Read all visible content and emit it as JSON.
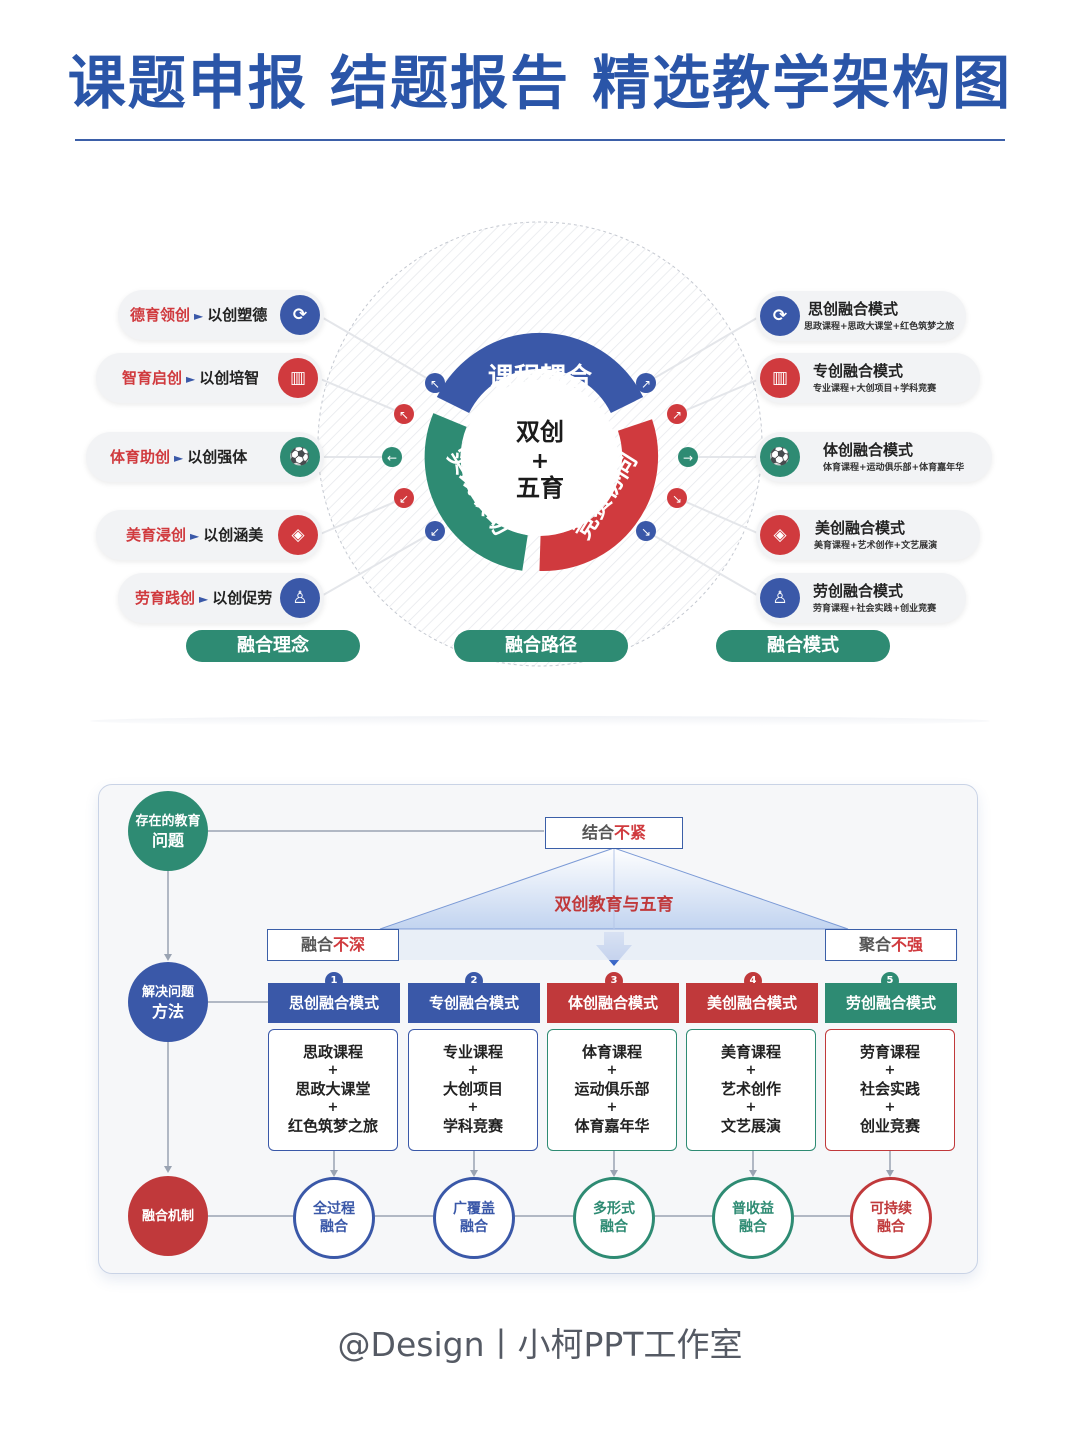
{
  "title": "课题申报 结题报告 精选教学架构图",
  "credit": "@Design丨小柯PPT工作室",
  "top": {
    "center": {
      "line1": "双创",
      "line2": "+",
      "line3": "五育"
    },
    "ring": {
      "top": "课程耦合",
      "right": "竞赛协同",
      "left": "实践联动"
    },
    "left_items": [
      {
        "a": "德育领创",
        "b": "以创塑德",
        "icon": "sync-icon",
        "color": "#3a58a8"
      },
      {
        "a": "智育启创",
        "b": "以创培智",
        "icon": "chart-icon",
        "color": "#d03a3e"
      },
      {
        "a": "体育助创",
        "b": "以创强体",
        "icon": "sport-icon",
        "color": "#2e8b73"
      },
      {
        "a": "美育浸创",
        "b": "以创涵美",
        "icon": "gem-icon",
        "color": "#d03a3e"
      },
      {
        "a": "劳育践创",
        "b": "以创促劳",
        "icon": "person-icon",
        "color": "#3a58a8"
      }
    ],
    "right_items": [
      {
        "title": "思创融合模式",
        "sub": "思政课程+思政大课堂+红色筑梦之旅",
        "icon": "sync-icon",
        "color": "#3a58a8"
      },
      {
        "title": "专创融合模式",
        "sub": "专业课程+大创项目+学科竞赛",
        "icon": "chart-icon",
        "color": "#d03a3e"
      },
      {
        "title": "体创融合模式",
        "sub": "体育课程+运动俱乐部+体育嘉年华",
        "icon": "sport-icon",
        "color": "#2e8b73"
      },
      {
        "title": "美创融合模式",
        "sub": "美育课程+艺术创作+文艺展演",
        "icon": "gem-icon",
        "color": "#d03a3e"
      },
      {
        "title": "劳创融合模式",
        "sub": "劳育课程+社会实践+创业竞赛",
        "icon": "person-icon",
        "color": "#3a58a8"
      }
    ],
    "buttons": [
      "融合理念",
      "融合路径",
      "融合模式"
    ],
    "colors": {
      "blue": "#3a58a8",
      "red": "#d03a3e",
      "green": "#2e8b73"
    }
  },
  "bottom": {
    "left_labels": [
      {
        "l1": "存在的教育",
        "l2": "问题",
        "color": "#2e8b73"
      },
      {
        "l1": "解决问题",
        "l2": "方法",
        "color": "#3a58a8"
      },
      {
        "l1": "融合机制",
        "l2": "",
        "color": "#c0393b"
      }
    ],
    "issue_top": {
      "normal": "结合",
      "red": "不紧"
    },
    "issue_left": {
      "normal": "融合",
      "red": "不深"
    },
    "issue_right": {
      "normal": "聚合",
      "red": "不强"
    },
    "center_label": "双创教育与五育",
    "modes": [
      {
        "num": "1",
        "title": "思创融合模式",
        "items": [
          "思政课程",
          "思政大课堂",
          "红色筑梦之旅"
        ],
        "color": "#3a58a8",
        "r1": "全过程",
        "r2": "融合"
      },
      {
        "num": "2",
        "title": "专创融合模式",
        "items": [
          "专业课程",
          "大创项目",
          "学科竞赛"
        ],
        "color": "#3a58a8",
        "r1": "广覆盖",
        "r2": "融合"
      },
      {
        "num": "3",
        "title": "体创融合模式",
        "items": [
          "体育课程",
          "运动俱乐部",
          "体育嘉年华"
        ],
        "color": "#c0393b",
        "r1": "多形式",
        "r2": "融合"
      },
      {
        "num": "4",
        "title": "美创融合模式",
        "items": [
          "美育课程",
          "艺术创作",
          "文艺展演"
        ],
        "color": "#c0393b",
        "r1": "普收益",
        "r2": "融合"
      },
      {
        "num": "5",
        "title": "劳创融合模式",
        "items": [
          "劳育课程",
          "社会实践",
          "创业竞赛"
        ],
        "color": "#2e8b73",
        "r1": "可持续",
        "r2": "融合"
      }
    ],
    "plus": "+"
  }
}
